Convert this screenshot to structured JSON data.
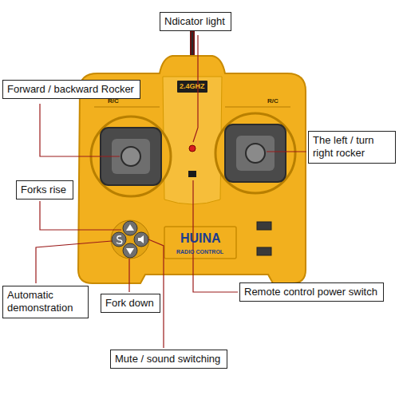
{
  "diagram": {
    "nodes": [
      {
        "text": [
          "Ndicator light"
        ]
      },
      {
        "text": [
          "Forward / backward Rocker"
        ]
      },
      {
        "text": [
          "The left / turn right rocker"
        ]
      },
      {
        "text": [
          "Forks rise"
        ]
      },
      {
        "text": [
          "Remote control power switch"
        ]
      },
      {
        "text": [
          "Automatic demonstration"
        ]
      },
      {
        "text": [
          "Fork down"
        ]
      },
      {
        "text": [
          "Mute / sound switching"
        ]
      }
    ],
    "labels": [
      "2.4GHZ",
      "R/C",
      "R/C",
      "HUINA",
      "RADIO CONTROL"
    ]
  }
}
